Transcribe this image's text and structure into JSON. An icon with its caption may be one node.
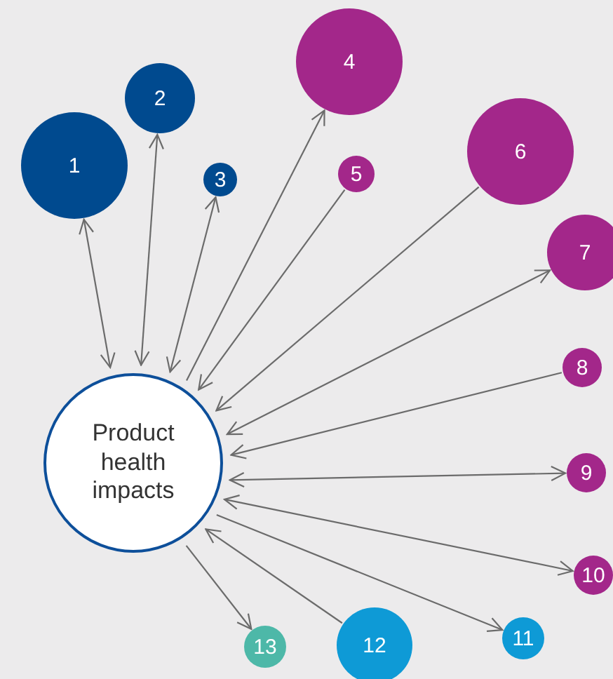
{
  "diagram": {
    "nodes": [
      {
        "text": [
          "Product health impacts"
        ]
      },
      {
        "text": [
          "1"
        ]
      },
      {
        "text": [
          "2"
        ]
      },
      {
        "text": [
          "3"
        ]
      },
      {
        "text": [
          "4"
        ]
      },
      {
        "text": [
          "5"
        ]
      },
      {
        "text": [
          "6"
        ]
      },
      {
        "text": [
          "7"
        ]
      },
      {
        "text": [
          "8"
        ]
      },
      {
        "text": [
          "9"
        ]
      },
      {
        "text": [
          "10"
        ]
      },
      {
        "text": [
          "11"
        ]
      },
      {
        "text": [
          "12"
        ]
      },
      {
        "text": [
          "13"
        ]
      }
    ],
    "edges": [
      {
        "from": 0,
        "to": 1,
        "arrow": "both"
      },
      {
        "from": 0,
        "to": 2,
        "arrow": "both"
      },
      {
        "from": 0,
        "to": 3,
        "arrow": "both"
      },
      {
        "from": 0,
        "to": 4,
        "arrow": "to"
      },
      {
        "from": 5,
        "to": 0,
        "arrow": "to"
      },
      {
        "from": 6,
        "to": 0,
        "arrow": "to"
      },
      {
        "from": 0,
        "to": 7,
        "arrow": "both"
      },
      {
        "from": 8,
        "to": 0,
        "arrow": "to"
      },
      {
        "from": 0,
        "to": 9,
        "arrow": "both"
      },
      {
        "from": 0,
        "to": 10,
        "arrow": "both"
      },
      {
        "from": 0,
        "to": 11,
        "arrow": "to"
      },
      {
        "from": 12,
        "to": 0,
        "arrow": "to"
      },
      {
        "from": 0,
        "to": 13,
        "arrow": "to"
      }
    ]
  }
}
